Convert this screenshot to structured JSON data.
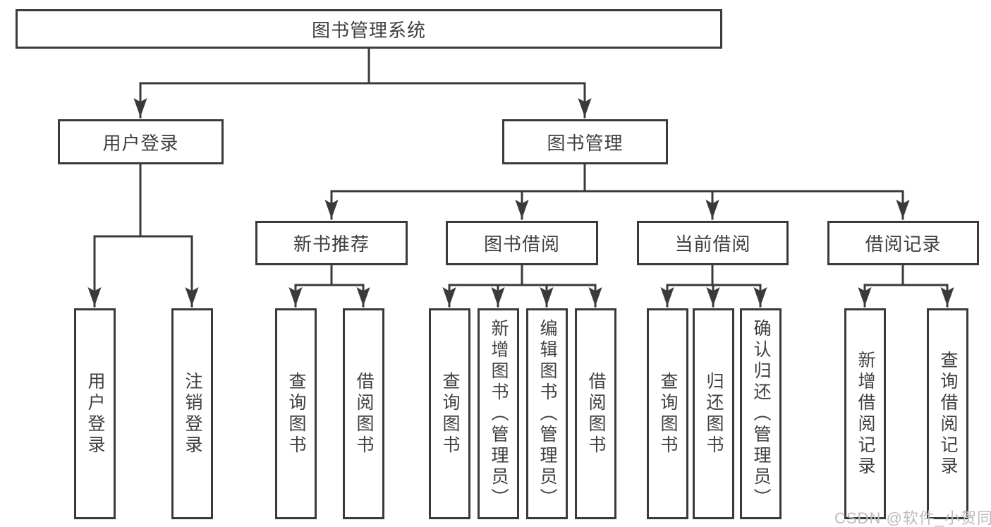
{
  "diagram": {
    "root": "图书管理系统",
    "level2": [
      "用户登录",
      "图书管理"
    ],
    "level3": [
      "新书推荐",
      "图书借阅",
      "当前借阅",
      "借阅记录"
    ],
    "leaves_user_login": [
      "用户登录",
      "注销登录"
    ],
    "leaves_new_books": [
      "查询图书",
      "借阅图书"
    ],
    "leaves_book_borrow": [
      "查询图书",
      "新增图书（管理员）",
      "编辑图书（管理员）",
      "借阅图书"
    ],
    "leaves_current_borrow": [
      "查询图书",
      "归还图书",
      "确认归还（管理员）"
    ],
    "leaves_borrow_records": [
      "新增借阅记录",
      "查询借阅记录"
    ]
  },
  "watermark": "CSDN @软件_小贺同学",
  "colors": {
    "line": "#3a3a3a",
    "text": "#3f3f3f",
    "background": "#ffffff",
    "watermark": "#bcbcbc"
  }
}
